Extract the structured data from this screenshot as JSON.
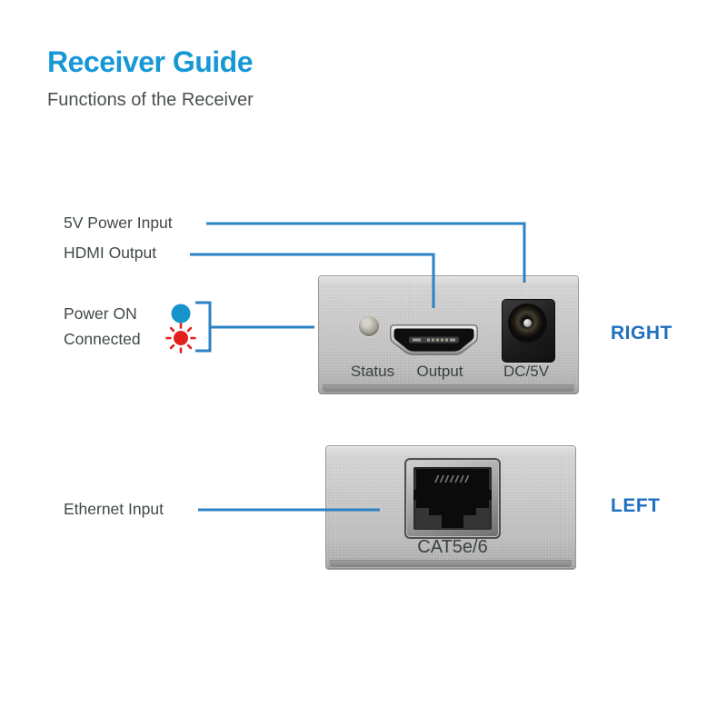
{
  "header": {
    "title": "Receiver Guide",
    "subtitle": "Functions of the Receiver"
  },
  "callouts": {
    "power_input": "5V Power Input",
    "hdmi_output": "HDMI Output",
    "power_on": "Power ON",
    "connected": "Connected",
    "ethernet_input": "Ethernet Input"
  },
  "right_view": {
    "side_label": "RIGHT",
    "status_label": "Status",
    "output_label": "Output",
    "dc_label": "DC/5V"
  },
  "left_view": {
    "side_label": "LEFT",
    "port_label": "CAT5e/6"
  },
  "icons": {
    "power_on_led": "filled-circle",
    "connected_led": "starburst"
  },
  "colors": {
    "title_cyan": "#1798d5",
    "side_label_blue": "#1e6fbe",
    "callout_line_blue": "#2b82c4",
    "power_on_led": "#1793cb",
    "connected_led": "#e2211c",
    "label_gray": "#414948",
    "engraving_gray": "#3b4141"
  }
}
